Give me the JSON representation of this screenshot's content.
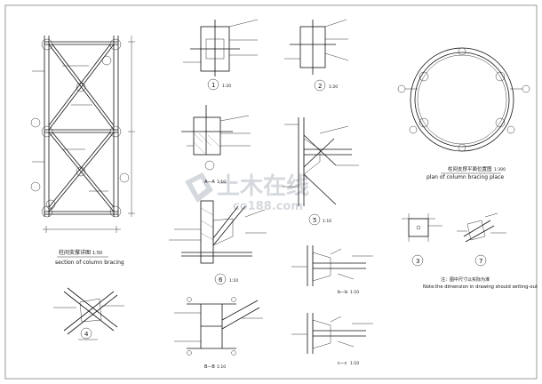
{
  "watermark": {
    "text": "土木在线",
    "sub": "co188.com"
  },
  "bracing_section": {
    "title_cn": "柱间支撑详图",
    "scale": "1:50",
    "title_en": "section of column bracing"
  },
  "plan": {
    "title_cn": "柱间支撑平面位置图",
    "scale": "1:300",
    "title_en": "plan of column bracing place"
  },
  "details": [
    {
      "id": "1",
      "scale": "1:20"
    },
    {
      "id": "2",
      "scale": "1:20"
    },
    {
      "id": "3",
      "scale": ""
    },
    {
      "id": "4",
      "scale": ""
    },
    {
      "id": "5",
      "scale": "1:10"
    },
    {
      "id": "6",
      "scale": "1:10"
    },
    {
      "id": "7",
      "scale": ""
    }
  ],
  "sections": [
    {
      "label": "A—A",
      "scale": "1:10"
    },
    {
      "label": "B—B",
      "scale": "1:10"
    },
    {
      "label": "b—b",
      "scale": "1:10"
    },
    {
      "label": "c—c",
      "scale": "1:10"
    }
  ],
  "note": {
    "cn": "注：图中尺寸以实际为准",
    "en": "Note:the dimension in drawing should setting-out"
  }
}
